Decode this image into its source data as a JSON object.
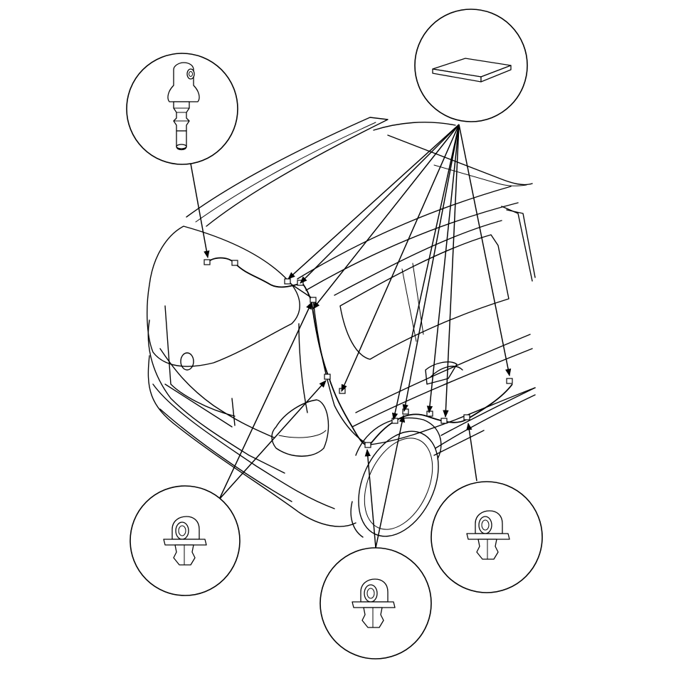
{
  "diagram": {
    "background": "#ffffff",
    "line_color": "#000000",
    "callouts": [
      {
        "name": "washer-nozzle",
        "icon": "washer-nozzle-icon"
      },
      {
        "name": "foam-pad",
        "icon": "foam-pad-icon"
      },
      {
        "name": "clip-left",
        "icon": "harness-clip-icon"
      },
      {
        "name": "clip-center",
        "icon": "harness-clip-icon"
      },
      {
        "name": "clip-right",
        "icon": "harness-clip-icon"
      }
    ]
  }
}
